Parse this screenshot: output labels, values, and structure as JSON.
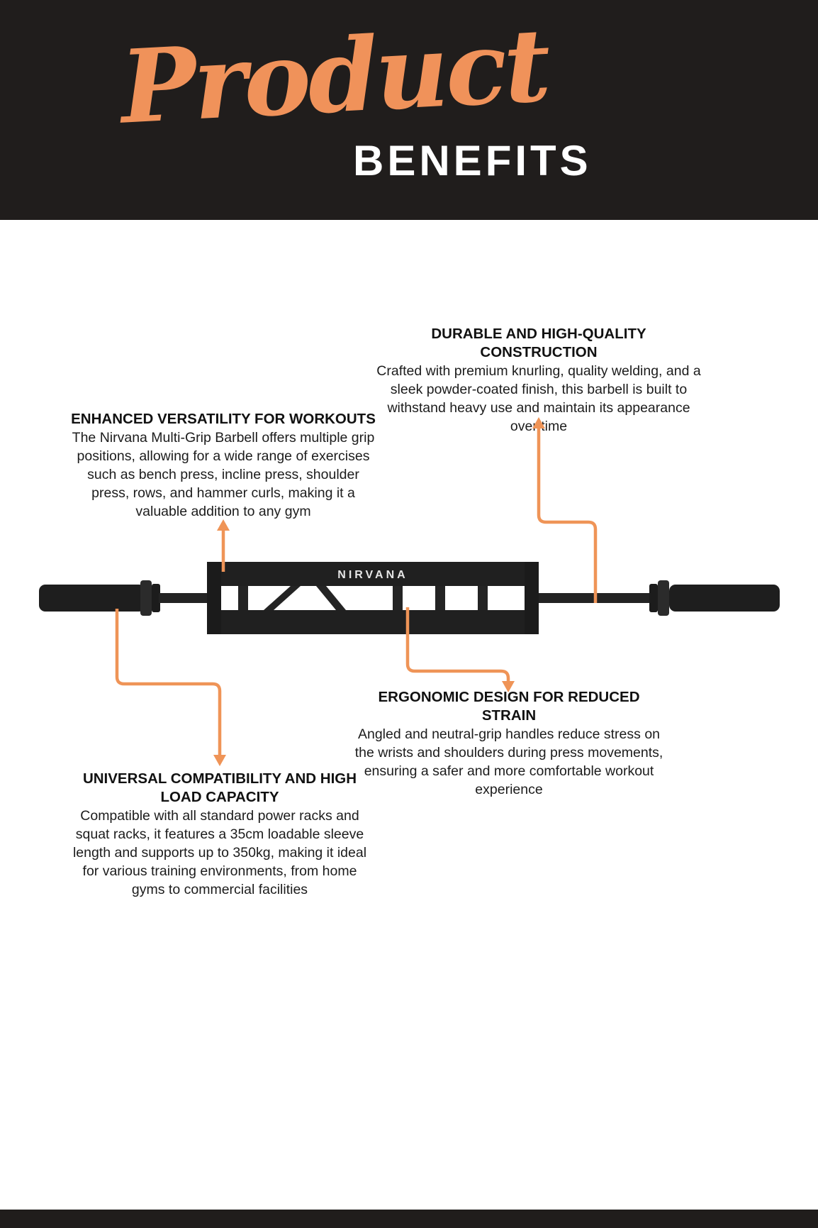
{
  "header": {
    "script_word": "Product",
    "block_word": "BENEFITS",
    "bg_color": "#201d1c",
    "accent_color": "#f0925a"
  },
  "product": {
    "brand": "NIRVANA",
    "barbell_color": "#1f1f1f"
  },
  "benefits": [
    {
      "id": "durability",
      "title": "DURABLE AND HIGH-QUALITY CONSTRUCTION",
      "body": "Crafted with premium knurling, quality welding, and a sleek powder-coated finish, this barbell is built to withstand heavy use and maintain its appearance over time"
    },
    {
      "id": "versatility",
      "title": "ENHANCED VERSATILITY FOR WORKOUTS",
      "body": "The Nirvana Multi-Grip Barbell offers multiple grip positions, allowing for a wide range of exercises such as bench press, incline press, shoulder press, rows, and hammer curls, making it a valuable addition to any gym"
    },
    {
      "id": "ergonomics",
      "title": "ERGONOMIC DESIGN FOR REDUCED STRAIN",
      "body": "Angled and neutral-grip handles reduce stress on the wrists and shoulders during press movements, ensuring a safer and more comfortable workout experience"
    },
    {
      "id": "compatibility",
      "title": "UNIVERSAL COMPATIBILITY AND HIGH LOAD CAPACITY",
      "body": "Compatible with all standard power racks and squat racks, it features a 35cm loadable sleeve length and supports up to 350kg, making it ideal for various training environments, from home gyms to commercial facilities"
    }
  ]
}
